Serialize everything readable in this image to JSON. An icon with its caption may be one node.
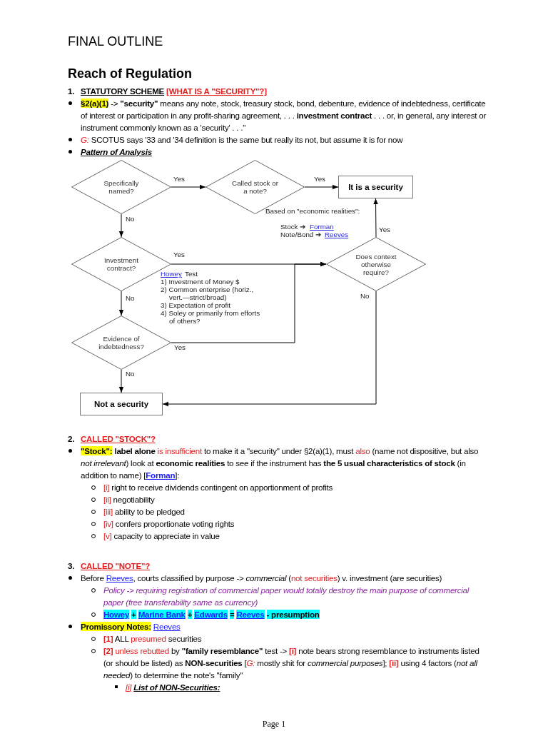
{
  "diagram": {
    "title": "FINAL OUTLINE",
    "nodes": [
      {
        "text": [
          "Specifically named?"
        ]
      },
      {
        "text": [
          "Called stock or a note?"
        ],
        "beside": [
          "Based on \"economic realities\":",
          "Stock ➔",
          "Forman",
          "Note/Bond ➔",
          "Reeves"
        ]
      },
      {
        "text": [
          "It is a security"
        ]
      },
      {
        "text": [
          "Investment contract?"
        ],
        "beside": [
          "Howey",
          "Test",
          "1) Investment of Money $",
          "2) Common enterprise (horiz., vert.—strict/broad)",
          "3) Expectation of profit",
          "4) Soley or primarily from efforts of others?"
        ]
      },
      {
        "text": [
          "Does context otherwise require?"
        ]
      },
      {
        "text": [
          "Evidence of indebtedness?"
        ]
      },
      {
        "text": [
          "Not a security"
        ]
      }
    ],
    "edges": [
      {
        "from": 0,
        "to": 1,
        "arrow": "to",
        "label": "Yes"
      },
      {
        "from": 1,
        "to": 2,
        "arrow": "to",
        "label": "Yes"
      },
      {
        "from": 0,
        "to": 3,
        "arrow": "to",
        "label": "No"
      },
      {
        "from": 3,
        "to": 4,
        "arrow": "to",
        "label": "Yes"
      },
      {
        "from": 5,
        "to": 4,
        "arrow": "to",
        "label": "Yes"
      },
      {
        "from": 4,
        "to": 2,
        "arrow": "to",
        "label": "Yes"
      },
      {
        "from": 3,
        "to": 5,
        "arrow": "to",
        "label": "No"
      },
      {
        "from": 5,
        "to": 6,
        "arrow": "to",
        "label": "No"
      },
      {
        "from": 4,
        "to": 6,
        "arrow": "to",
        "label": "No"
      }
    ],
    "labels": [
      "Reach of Regulation",
      "1.",
      "STATUTORY SCHEME",
      "[WHAT IS A \"SECURITY\"?]",
      "§2(a)(1)",
      "-> **\"security\"** means any note, stock, treasury stock, bond, debenture, evidence of indebtedness, certificate of interest or participation in any profit-sharing agreement, . . . **investment contract** . . . or, in general, any interest or instrument commonly known as a 'security' . . .\"",
      "G:",
      "SCOTUS says '33 and '34 definition is the same but really its not, but assume it is for now",
      "Pattern of Analysis",
      "2.",
      "CALLED \"STOCK\"?",
      "\"Stock\":",
      "label alone",
      "is insufficient",
      "to make it a \"security\" under §2(a)(1), must",
      "also",
      "(name not dispositive, but also *not irrelevant*) look at **economic realities** to see if the instrument has **the 5 usual characteristics of stock** (in addition to name) [",
      "Forman",
      "]:",
      "[i]",
      "right to receive dividends contingent on apportionment of profits",
      "[ii]",
      "negotiability",
      "[iii]",
      "ability to be pledged",
      "[iv]",
      "confers proportionate voting rights",
      "[v]",
      "capacity to appreciate in value",
      "3.",
      "CALLED \"NOTE\"?",
      "Before",
      "Reeves",
      ", courts classified by purpose -> *commercial* (",
      "not securities",
      ") v. investment (are securities)",
      "Policy -> requiring registration of commercial paper would totally destroy the main purpose of commercial paper (free transferability same as currency)",
      "Howey",
      "+",
      "Marine Bank",
      "+",
      "Edwards",
      "=",
      "Reeves",
      "- presumption",
      "Promissory Notes:",
      "Reeves",
      "[1]",
      "ALL",
      "presumed",
      "securities",
      "[2]",
      "unless rebutted",
      "by **\"family resemblance\"** test ->",
      "[i]",
      "note bears strong resemblance to instruments listed (or should be listed) as **NON-securities** [",
      "G:",
      "mostly shit for *commercial purposes*];",
      "[ii]",
      "using 4 factors (*not all needed*) to determine the note's \"family\"",
      "[i]",
      "List of NON-Securities:",
      "Page 1"
    ]
  }
}
